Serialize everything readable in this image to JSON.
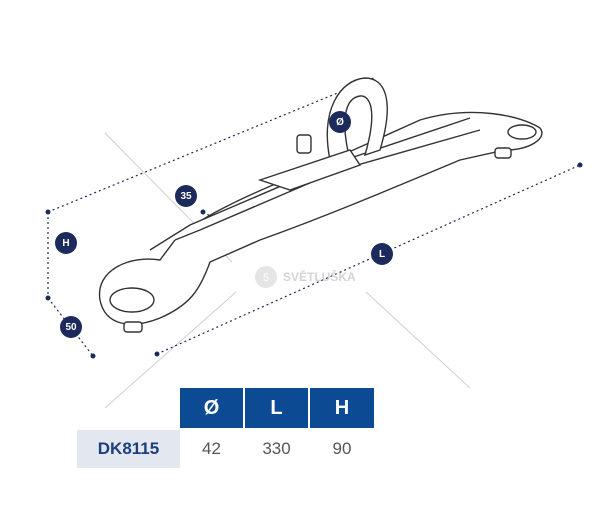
{
  "dimensions": {
    "diameter_label": "Ø",
    "top_width_label": "35",
    "height_label": "H",
    "length_label": "L",
    "bottom_width_label": "50"
  },
  "watermark": {
    "brand": "SVĚTLUŠKA"
  },
  "table": {
    "headers": [
      "Ø",
      "L",
      "H"
    ],
    "row": {
      "code": "DK8115",
      "values": [
        "42",
        "330",
        "90"
      ]
    }
  },
  "colors": {
    "header": "#0d4a94",
    "badge": "#1c2b5c",
    "code_bg": "#e3e7f0"
  }
}
